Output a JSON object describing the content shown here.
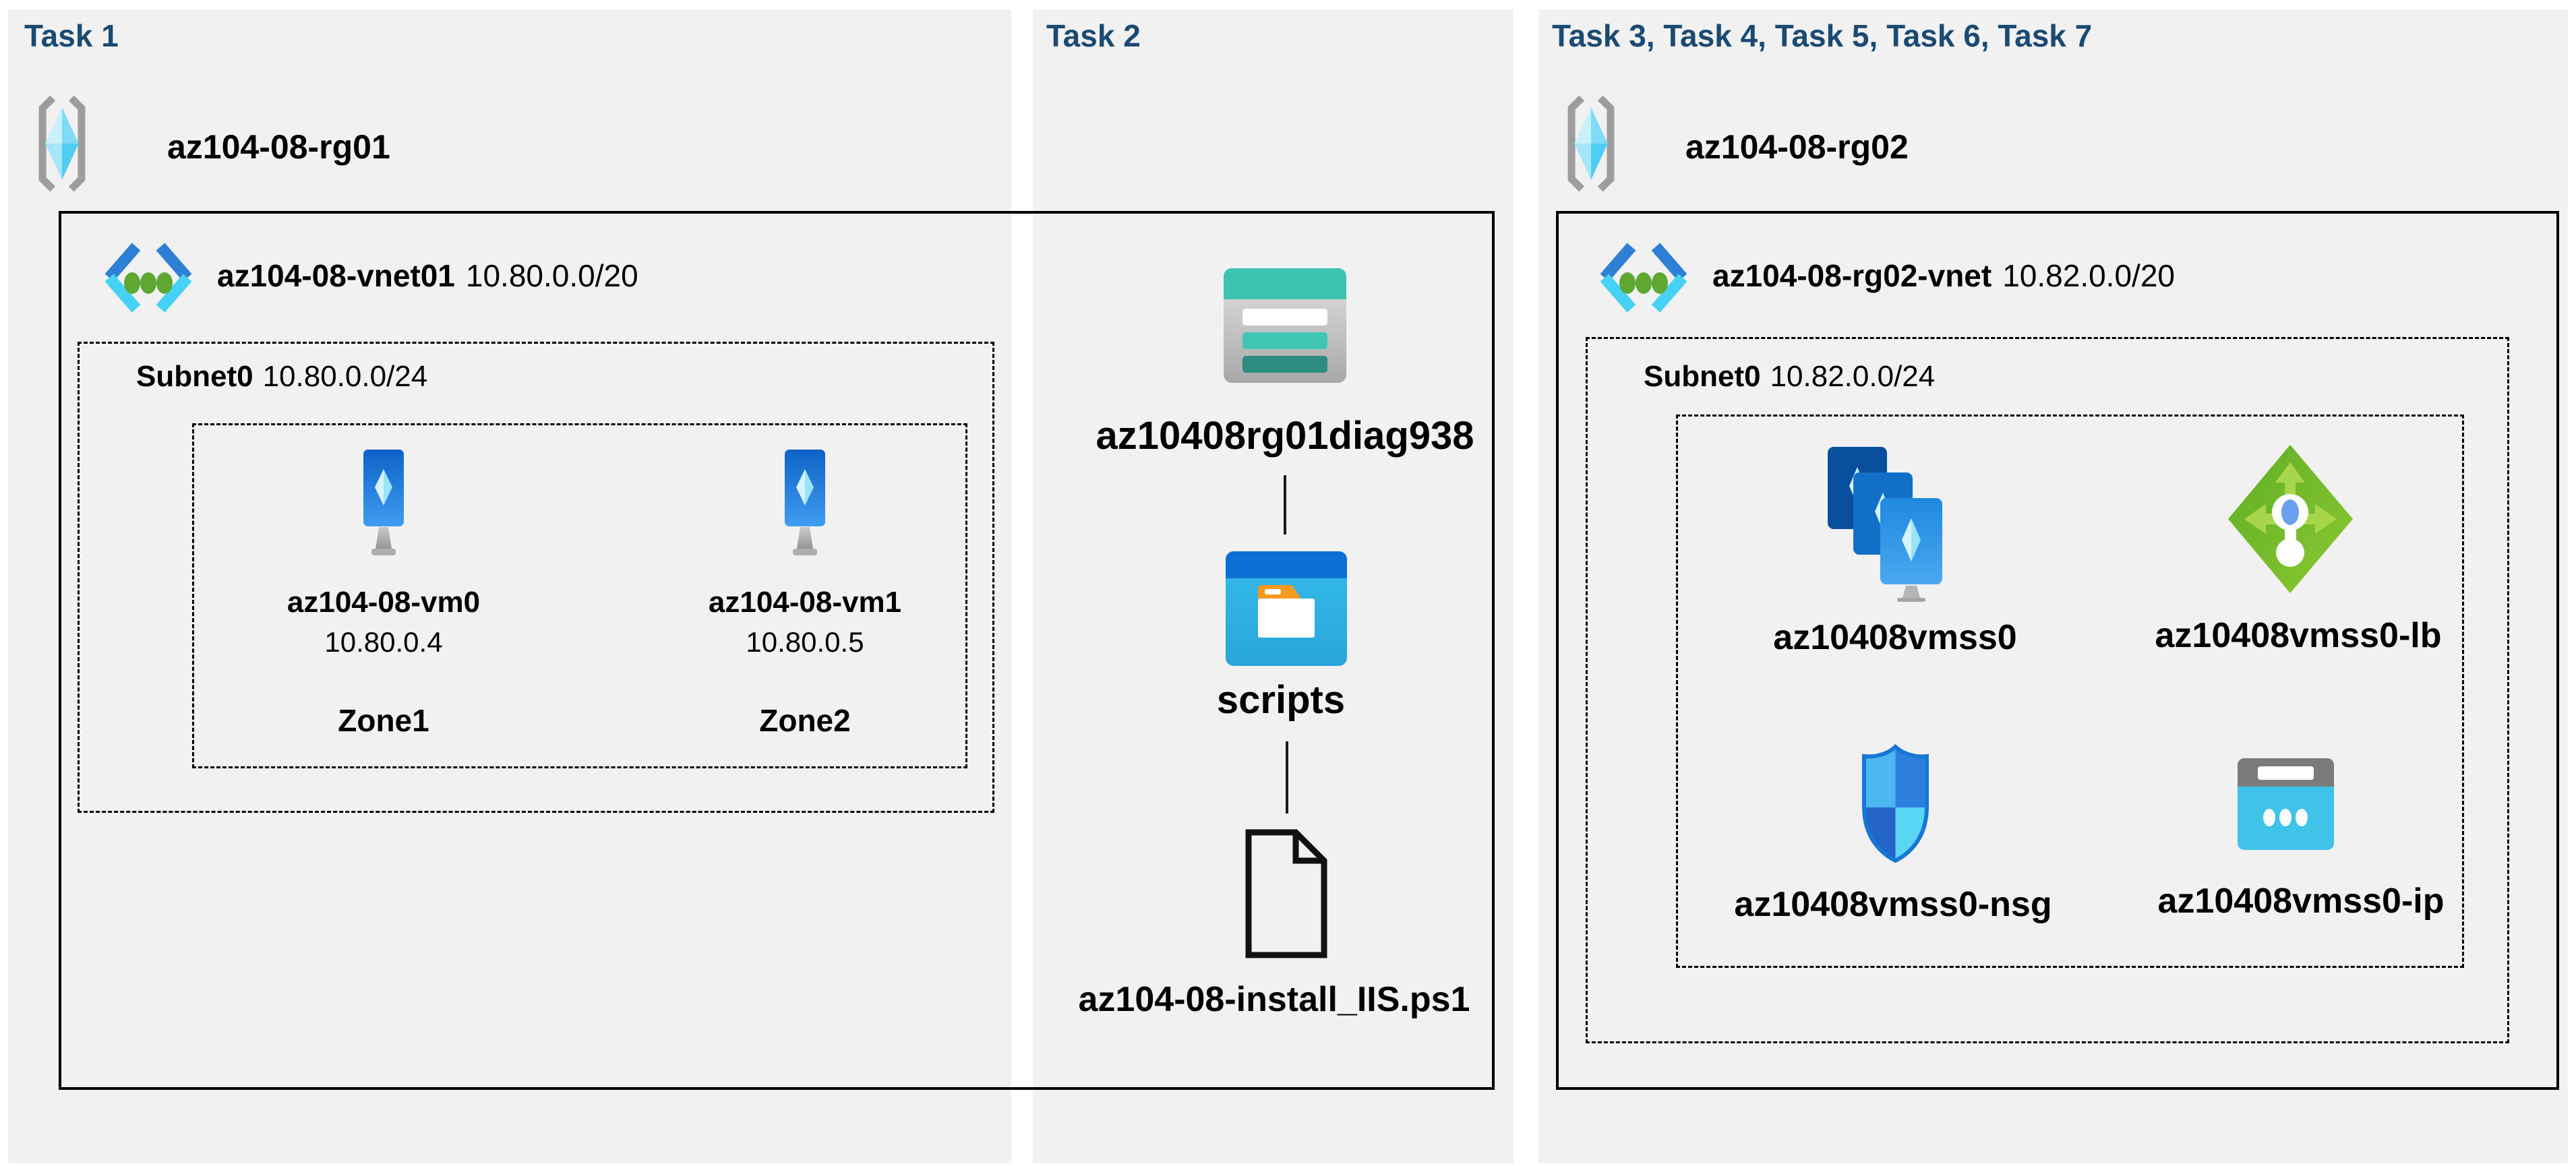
{
  "page": {
    "background": "#ffffff",
    "panel_color": "#f1f1f1",
    "title_color": "#1b4a72",
    "text_color": "#000000",
    "border_color": "#000000"
  },
  "icons": [
    "resource-group-icon",
    "virtual-network-icon",
    "virtual-machine-icon",
    "storage-account-icon",
    "folder-icon",
    "file-icon",
    "vm-scale-set-icon",
    "load-balancer-icon",
    "network-security-group-icon",
    "public-ip-icon"
  ],
  "tasks": {
    "task1": {
      "title": "Task 1",
      "resource_group": "az104-08-rg01",
      "vnet_name": "az104-08-vnet01",
      "vnet_cidr": "10.80.0.0/20",
      "subnet_name": "Subnet0",
      "subnet_cidr": "10.80.0.0/24",
      "vms": [
        {
          "name": "az104-08-vm0",
          "ip": "10.80.0.4",
          "zone": "Zone1"
        },
        {
          "name": "az104-08-vm1",
          "ip": "10.80.0.5",
          "zone": "Zone2"
        }
      ]
    },
    "task2": {
      "title": "Task 2",
      "storage_account": "az10408rg01diag938",
      "folder": "scripts",
      "file": "az104-08-install_IIS.ps1"
    },
    "task3": {
      "title": "Task 3, Task 4, Task 5, Task 6, Task 7",
      "resource_group": "az104-08-rg02",
      "vnet_name": "az104-08-rg02-vnet",
      "vnet_cidr": "10.82.0.0/20",
      "subnet_name": "Subnet0",
      "subnet_cidr": "10.82.0.0/24",
      "resources": [
        {
          "name": "az10408vmss0"
        },
        {
          "name": "az10408vmss0-lb"
        },
        {
          "name": "az10408vmss0-nsg"
        },
        {
          "name": "az10408vmss0-ip"
        }
      ]
    }
  }
}
